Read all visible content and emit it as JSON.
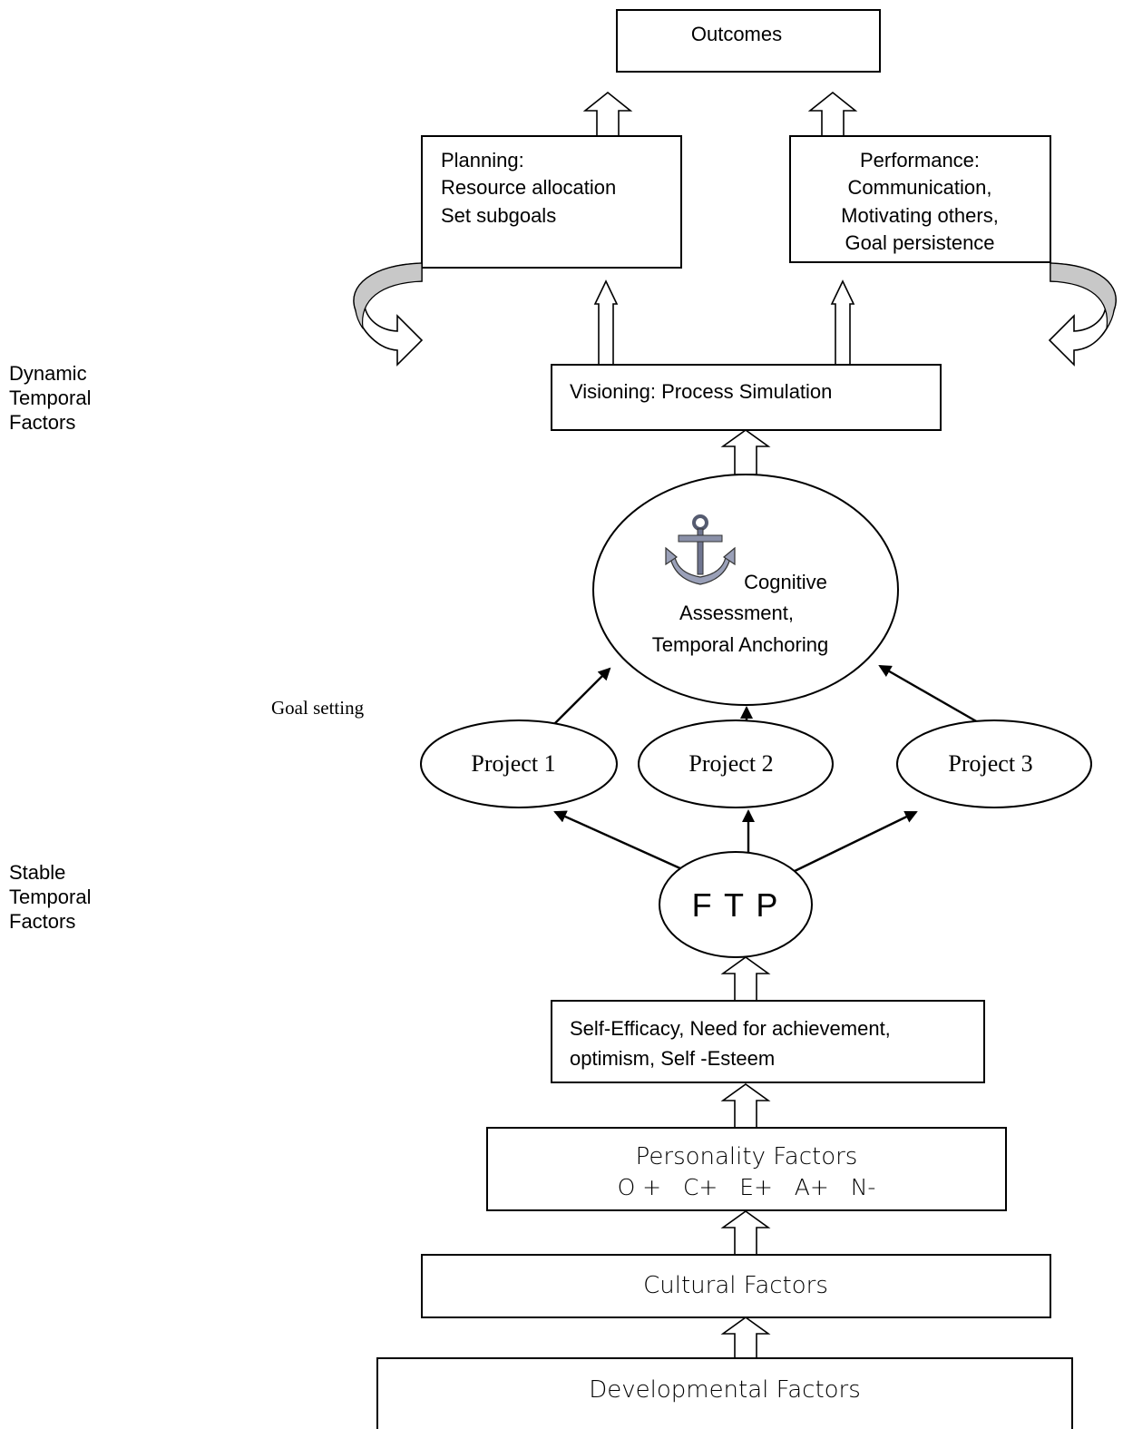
{
  "left_labels": {
    "dynamic": [
      "Dynamic",
      "Temporal",
      "Factors"
    ],
    "goal_setting": "Goal setting",
    "stable": [
      "Stable",
      "Temporal",
      "Factors"
    ]
  },
  "nodes": {
    "outcomes": "Outcomes",
    "planning": [
      "Planning:",
      "Resource allocation",
      "Set subgoals"
    ],
    "performance": [
      "Performance:",
      "Communication,",
      "Motivating others,",
      "Goal persistence"
    ],
    "visioning": "Visioning: Process Simulation",
    "cognitive": [
      "Cognitive",
      "Assessment,",
      "Temporal Anchoring"
    ],
    "project1": "Project 1",
    "project2": "Project 2",
    "project3": "Project 3",
    "ftp": "F T P",
    "self_efficacy": [
      "Self-Efficacy, Need for achievement,",
      "optimism, Self -Esteem"
    ],
    "personality": [
      "Personality Factors",
      "O +   C+   E+   A+   N-"
    ],
    "cultural": "Cultural Factors",
    "developmental": "Developmental Factors"
  },
  "icons": {
    "anchor": "anchor-icon"
  },
  "colors": {
    "stroke": "#000000",
    "background": "#ffffff",
    "curved_arrow_shade": "#c8c8c8",
    "anchor_fill": "#9aa0b8"
  }
}
